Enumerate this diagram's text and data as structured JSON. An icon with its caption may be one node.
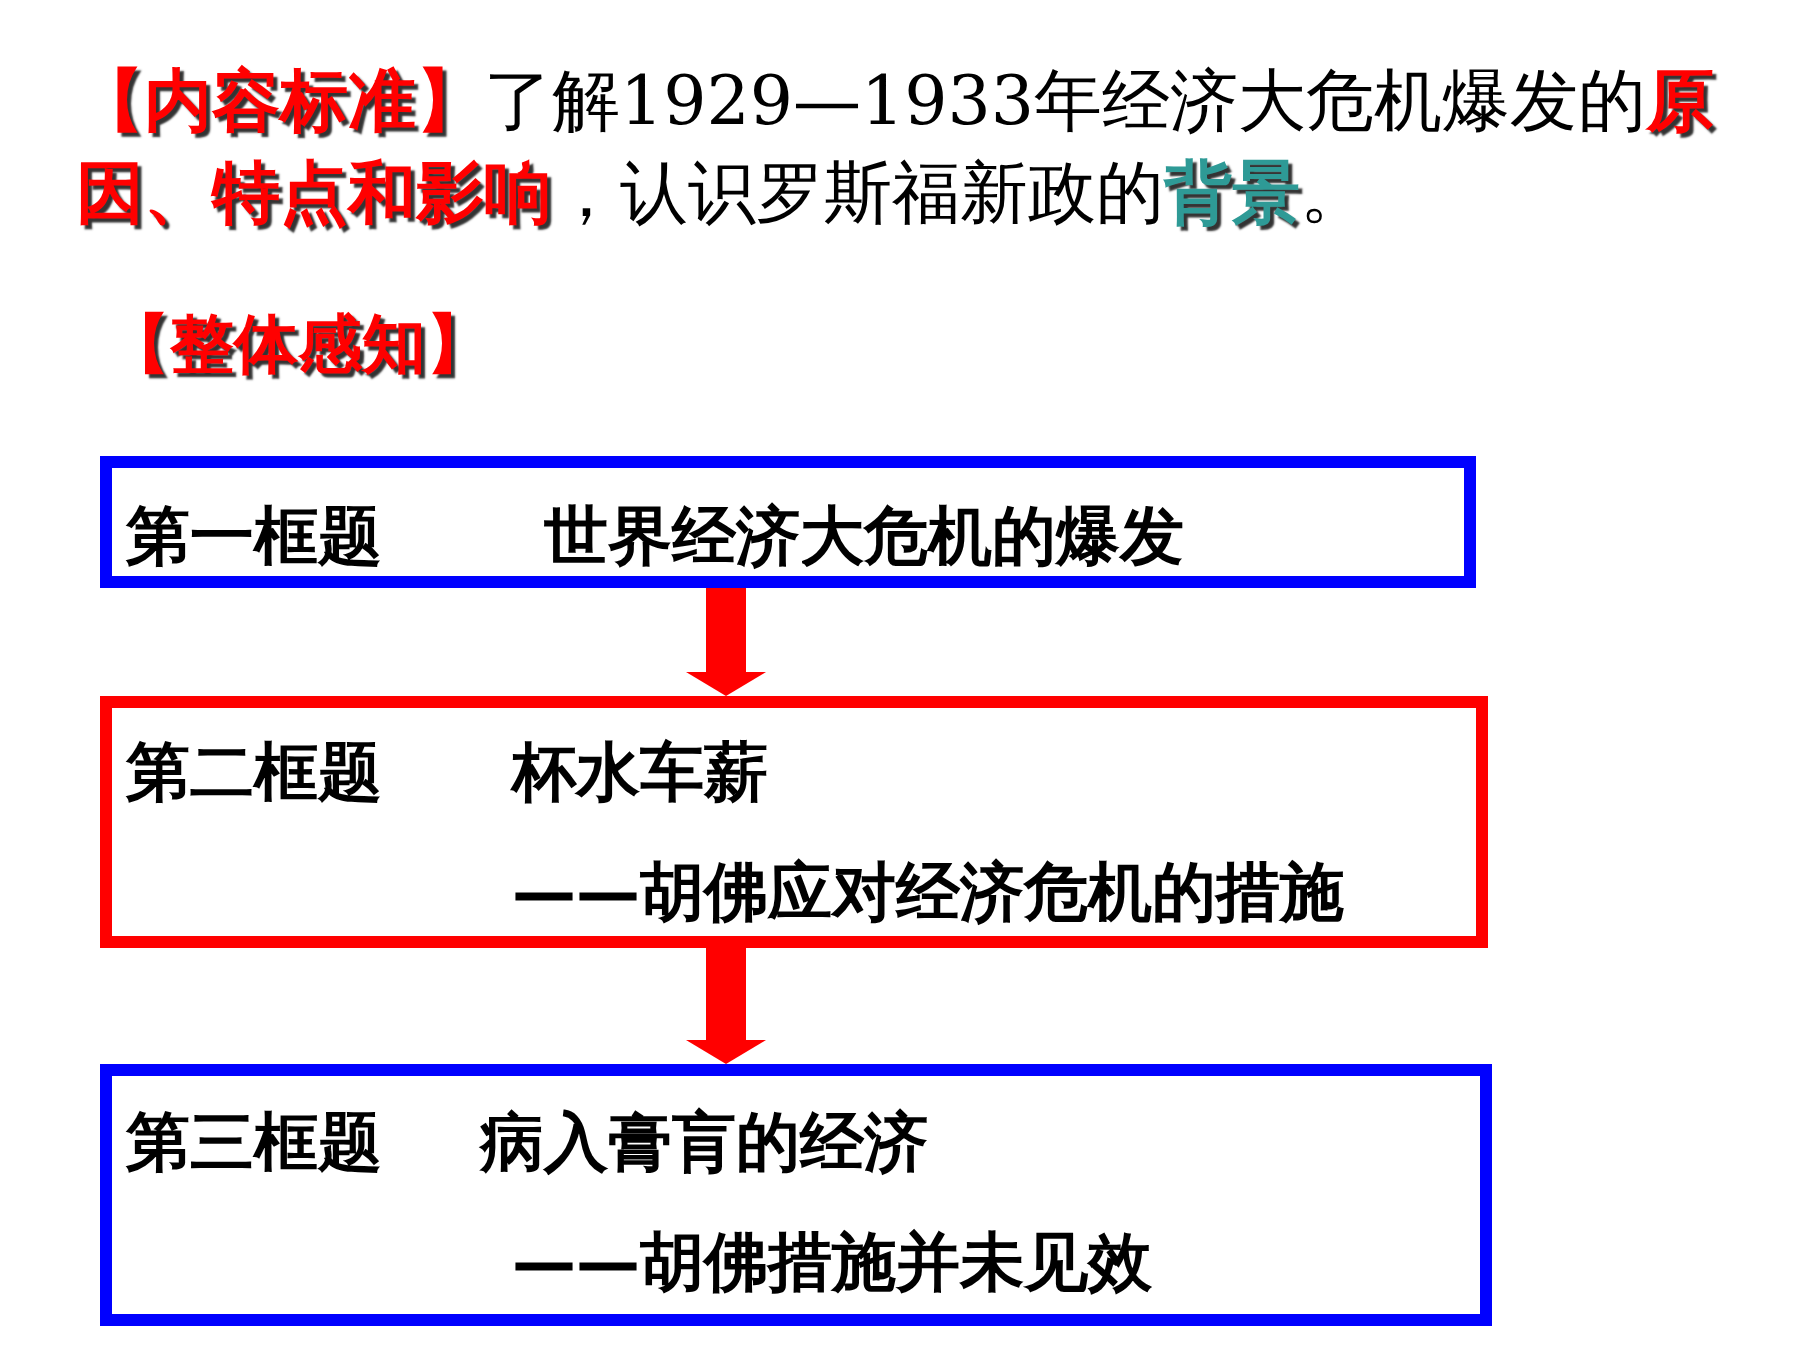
{
  "diagram": {
    "nodes": [
      {
        "text": [
          "第一框题",
          "世界经济大危机的爆发"
        ]
      },
      {
        "text": [
          "第二框题",
          "杯水车薪",
          "——胡佛应对经济危机的措施"
        ]
      },
      {
        "text": [
          "第三框题",
          "病入膏肓的经济",
          "——胡佛措施并未见效"
        ]
      }
    ],
    "edges": [
      {
        "from": 0,
        "to": 1,
        "arrow": "to"
      },
      {
        "from": 1,
        "to": 2,
        "arrow": "to"
      }
    ],
    "labels": [
      "**【内容标准】**了解1929—1933年经济大危机爆发的**原因、特点和影响**，认识罗斯福新政的**背景**。",
      "【整体感知】"
    ]
  }
}
